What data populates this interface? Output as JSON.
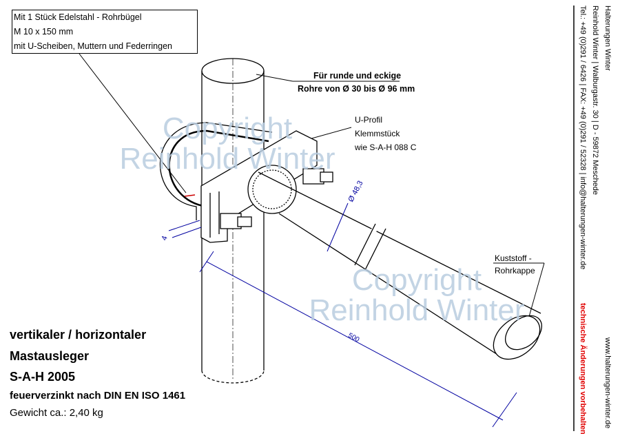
{
  "note_box": {
    "lines": [
      "Mit 1 Stück Edelstahl - Rohrbügel",
      "M 10 x 150 mm",
      "mit U-Scheiben, Muttern und Federringen"
    ]
  },
  "pipe_note": {
    "line1": "Für runde und eckige",
    "line2": "Rohre von Ø 30 bis Ø 96 mm"
  },
  "profile_note": {
    "lines": [
      "U-Profil",
      "Klemmstück",
      "wie S-A-H 088 C"
    ]
  },
  "cap_note": {
    "lines": [
      "Kuststoff -",
      "Rohrkappe"
    ]
  },
  "dimensions": {
    "diameter": "Ø 48,3",
    "length": "500",
    "thickness": "4"
  },
  "watermark": {
    "line1": "Copyright",
    "line2": "Reinhold Winter"
  },
  "product": {
    "line1": "vertikaler / horizontaler",
    "line2": "Mastausleger",
    "code": "S-A-H 2005",
    "finish": "feuerverzinkt nach DIN EN ISO 1461",
    "weight": "Gewicht ca.: 2,40 kg"
  },
  "sidebar": {
    "company": "Halterungen Winter",
    "address": "Reinhold Winter | Walburgastr. 30 | D - 59872 Meschede",
    "contact": "Tel.: +49 (0)291 / 6426 | FAX: +49 (0)291 / 52328 | info@halterungen-winter.de",
    "website": "www.halterungen-winter.de",
    "disclaimer": "technische Änderungen vorbehalten",
    "disclaimer_color": "#e00000"
  }
}
